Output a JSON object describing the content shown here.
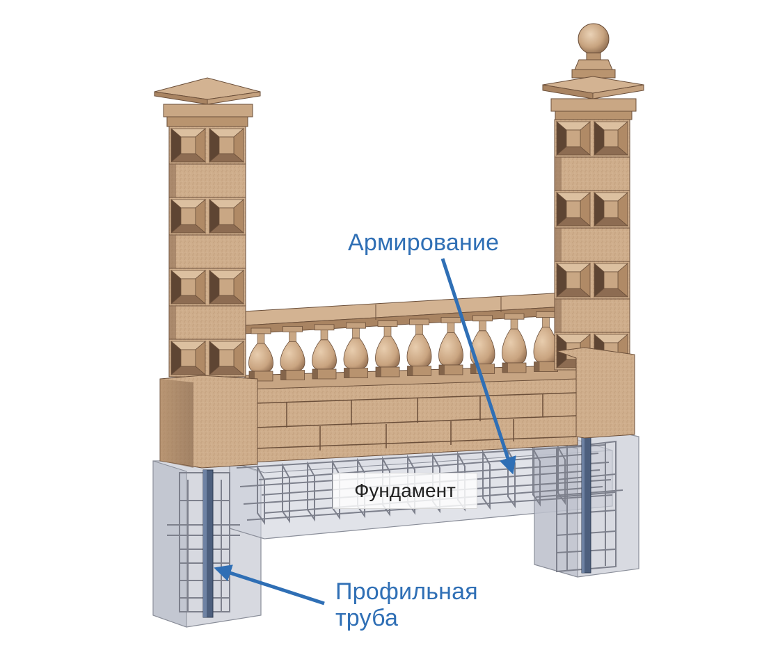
{
  "labels": {
    "reinforcement": "Армирование",
    "foundation": "Фундамент",
    "profile_pipe_line1": "Профильная",
    "profile_pipe_line2": "труба"
  },
  "colors": {
    "stone_light": "#d3b392",
    "stone_mid": "#c4a17e",
    "stone_dark": "#8d6c52",
    "stone_shadow": "#5e4533",
    "concrete_fill": "#c9ccd6",
    "rebar_line": "#7d808c",
    "pipe": "#4d5f7d",
    "callout_blue": "#2f6fb5"
  }
}
